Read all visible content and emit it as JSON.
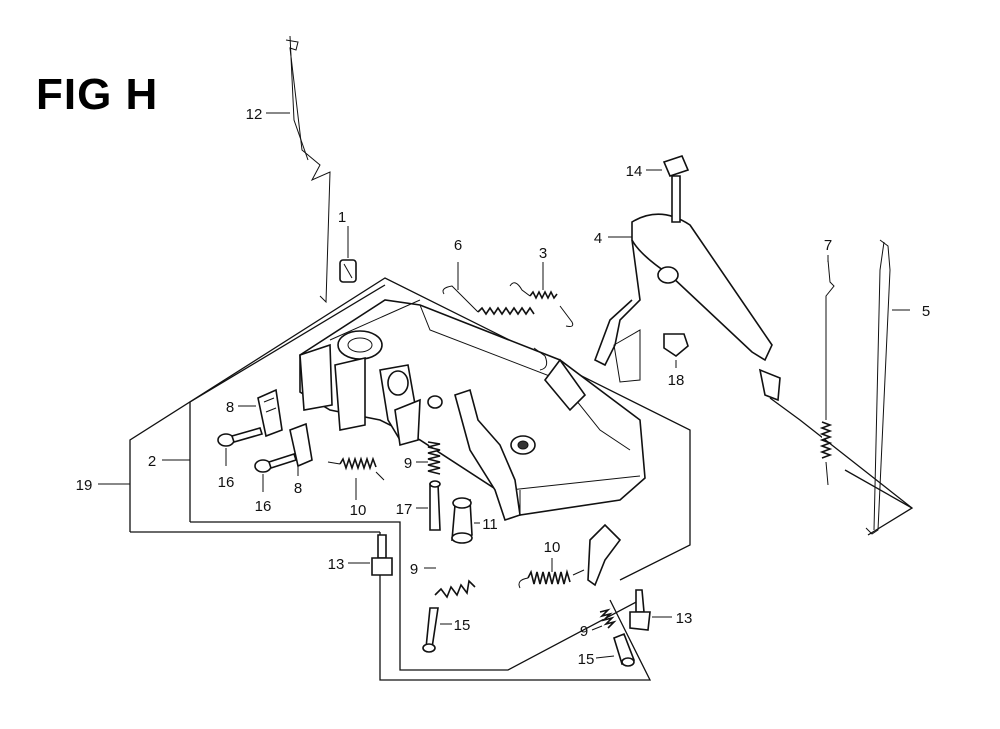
{
  "figure": {
    "title": "FIG H"
  },
  "callouts": [
    {
      "id": "c1",
      "label": "1"
    },
    {
      "id": "c2",
      "label": "2"
    },
    {
      "id": "c3",
      "label": "3"
    },
    {
      "id": "c4",
      "label": "4"
    },
    {
      "id": "c5",
      "label": "5"
    },
    {
      "id": "c6",
      "label": "6"
    },
    {
      "id": "c7",
      "label": "7"
    },
    {
      "id": "c8a",
      "label": "8"
    },
    {
      "id": "c8b",
      "label": "8"
    },
    {
      "id": "c9a",
      "label": "9"
    },
    {
      "id": "c9b",
      "label": "9"
    },
    {
      "id": "c9c",
      "label": "9"
    },
    {
      "id": "c10a",
      "label": "10"
    },
    {
      "id": "c10b",
      "label": "10"
    },
    {
      "id": "c11",
      "label": "11"
    },
    {
      "id": "c12",
      "label": "12"
    },
    {
      "id": "c13a",
      "label": "13"
    },
    {
      "id": "c13b",
      "label": "13"
    },
    {
      "id": "c14",
      "label": "14"
    },
    {
      "id": "c15a",
      "label": "15"
    },
    {
      "id": "c15b",
      "label": "15"
    },
    {
      "id": "c16a",
      "label": "16"
    },
    {
      "id": "c16b",
      "label": "16"
    },
    {
      "id": "c17",
      "label": "17"
    },
    {
      "id": "c18",
      "label": "18"
    },
    {
      "id": "c19",
      "label": "19"
    }
  ]
}
